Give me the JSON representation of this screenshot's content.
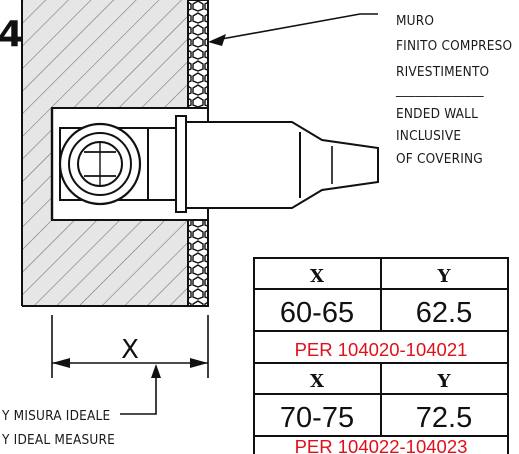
{
  "figure": {
    "number": "4"
  },
  "wall_label": {
    "it_lines": [
      "MURO",
      "FINITO COMPRESO",
      "RIVESTIMENTO"
    ],
    "separator": "______________",
    "en_lines": [
      "ENDED WALL",
      "INCLUSIVE",
      "OF COVERING"
    ]
  },
  "dimension": {
    "label": "X"
  },
  "ideal_label": {
    "lines": [
      "Y MISURA IDEALE",
      "Y IDEAL MEASURE"
    ]
  },
  "table": {
    "header_x": "X",
    "header_y": "Y",
    "rows": [
      {
        "x": "60-65",
        "y": "62.5",
        "note": "PER 104020-104021"
      },
      {
        "x": "70-75",
        "y": "72.5",
        "note": "PER 104022-104023"
      }
    ]
  },
  "colors": {
    "note": "#e0101a",
    "line": "#111111",
    "hatch_bg": "#e6e6e6"
  }
}
